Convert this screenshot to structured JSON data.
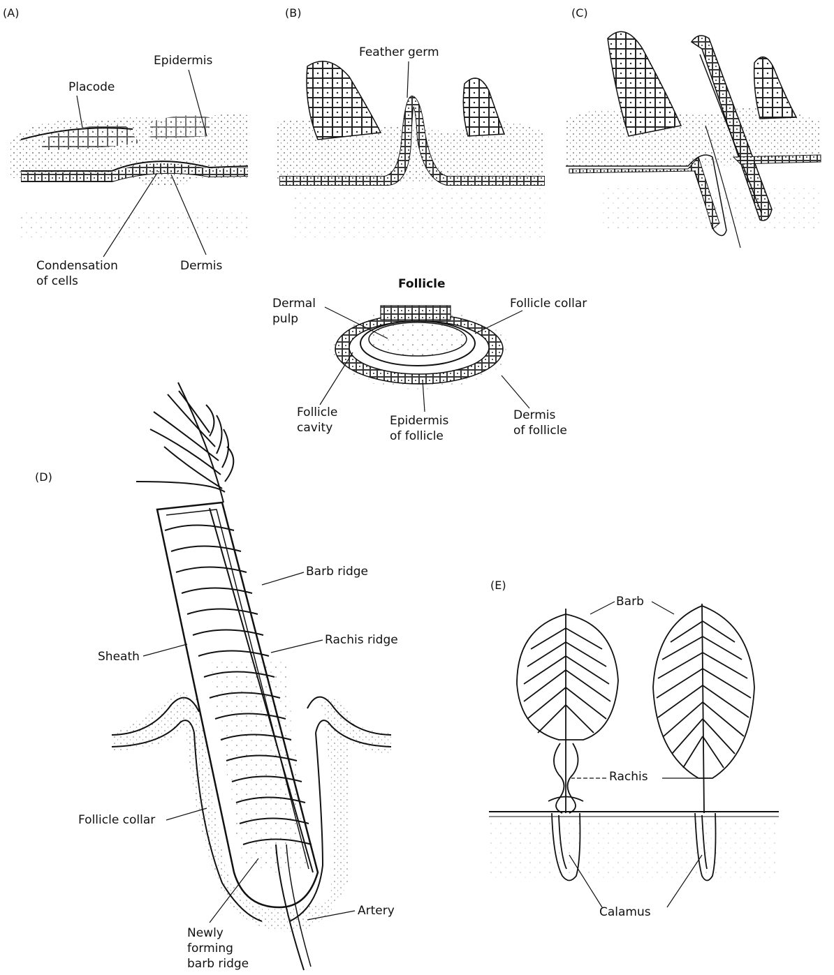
{
  "panels": {
    "a": "(A)",
    "b": "(B)",
    "c": "(C)",
    "d": "(D)",
    "e": "(E)"
  },
  "labels": {
    "epidermis": "Epidermis",
    "placode": "Placode",
    "condensation_line1": "Condensation",
    "condensation_line2": "of cells",
    "dermis": "Dermis",
    "feather_germ": "Feather germ",
    "follicle_title": "Follicle",
    "dermal_pulp_line1": "Dermal",
    "dermal_pulp_line2": "pulp",
    "follicle_collar_top": "Follicle collar",
    "follicle_cavity_line1": "Follicle",
    "follicle_cavity_line2": "cavity",
    "epidermis_follicle_line1": "Epidermis",
    "epidermis_follicle_line2": "of follicle",
    "dermis_follicle_line1": "Dermis",
    "dermis_follicle_line2": "of follicle",
    "barb_ridge": "Barb ridge",
    "rachis_ridge": "Rachis ridge",
    "sheath": "Sheath",
    "follicle_collar_d": "Follicle collar",
    "artery": "Artery",
    "newly_line1": "Newly",
    "newly_line2": "forming",
    "newly_line3": "barb ridge",
    "barb": "Barb",
    "rachis": "Rachis",
    "calamus": "Calamus"
  }
}
